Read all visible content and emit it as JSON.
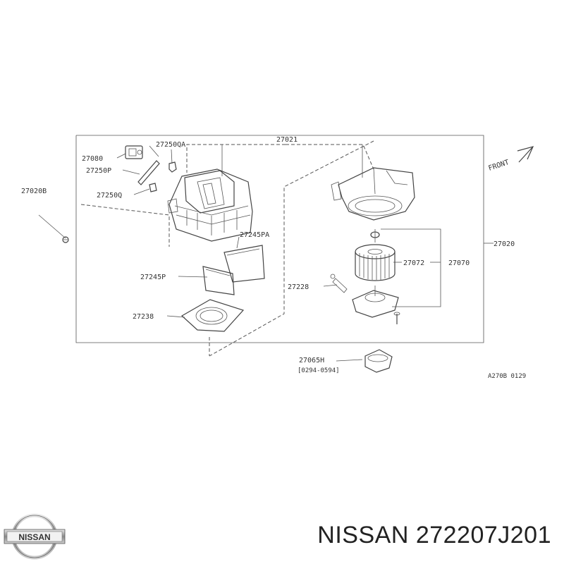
{
  "diagram": {
    "part_labels": {
      "p27021": "27021",
      "p27080": "27080",
      "p27250QA": "27250QA",
      "p27250P": "27250P",
      "p27020B": "27020B",
      "p27250Q": "27250Q",
      "p27245PA": "27245PA",
      "p27245P": "27245P",
      "p27238": "27238",
      "p27020": "27020",
      "p27072": "27072",
      "p27070": "27070",
      "p27228": "27228",
      "p27065H": "27065H",
      "p27065H_range": "[0294-0594]"
    },
    "front_label": "FRONT",
    "ref_code": "A270B 0129"
  },
  "brand": {
    "logo_text": "NISSAN"
  },
  "caption": {
    "text": "NISSAN 272207J201"
  }
}
